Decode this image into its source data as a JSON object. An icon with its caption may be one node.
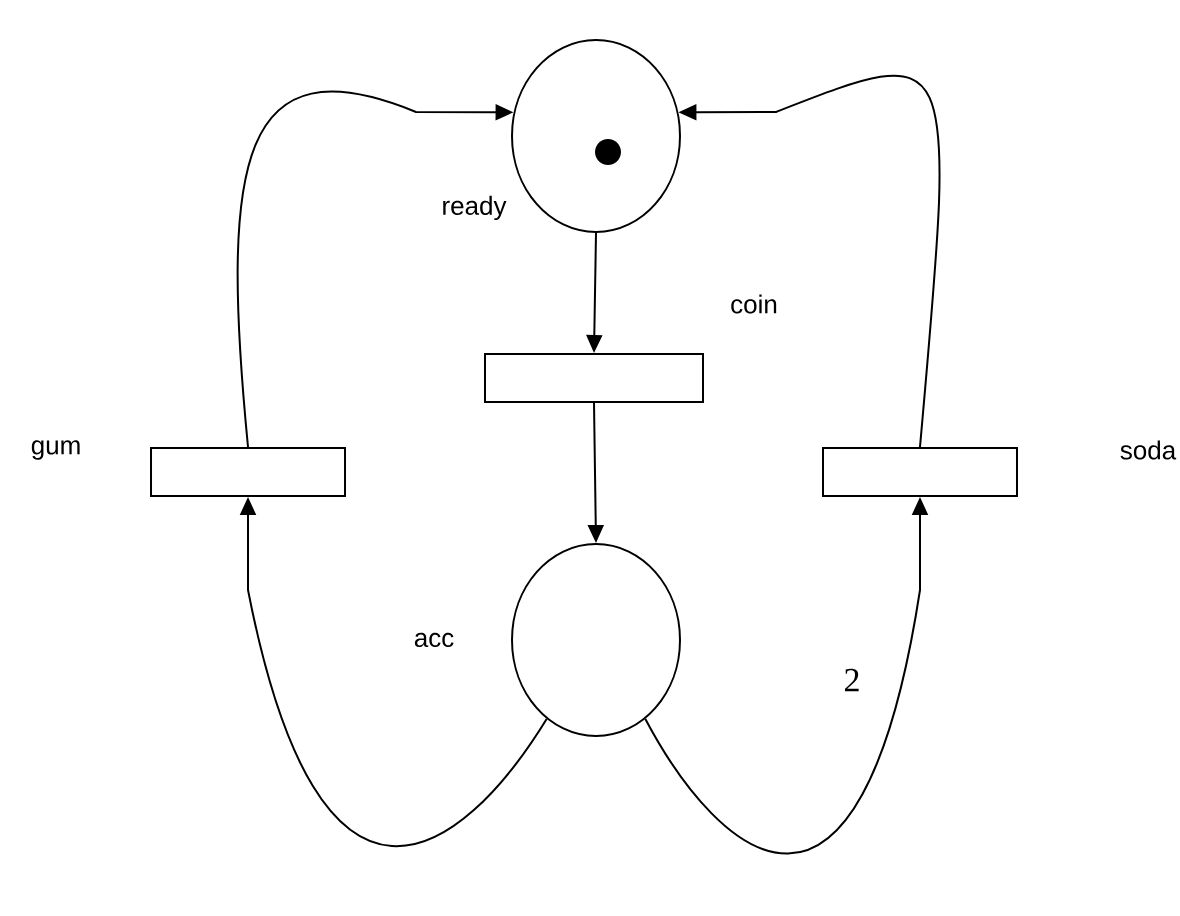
{
  "diagram": {
    "nodes": [
      {
        "text": [],
        "shape": "circle",
        "beside": [
          "ready"
        ]
      },
      {
        "text": [],
        "shape": "box",
        "beside": [
          "coin"
        ]
      },
      {
        "text": [],
        "shape": "box",
        "beside": [
          "gum"
        ]
      },
      {
        "text": [],
        "shape": "box",
        "beside": [
          "soda"
        ]
      },
      {
        "text": [],
        "shape": "circle",
        "beside": [
          "acc"
        ]
      }
    ],
    "edges": [
      {
        "from": 0,
        "to": 1,
        "arrow": "to"
      },
      {
        "from": 1,
        "to": 4,
        "arrow": "to"
      },
      {
        "from": 4,
        "to": 2,
        "arrow": "to"
      },
      {
        "from": 4,
        "to": 3,
        "arrow": "to",
        "label": "2"
      },
      {
        "from": 2,
        "to": 0,
        "arrow": "to"
      },
      {
        "from": 3,
        "to": 0,
        "arrow": "to"
      }
    ]
  }
}
